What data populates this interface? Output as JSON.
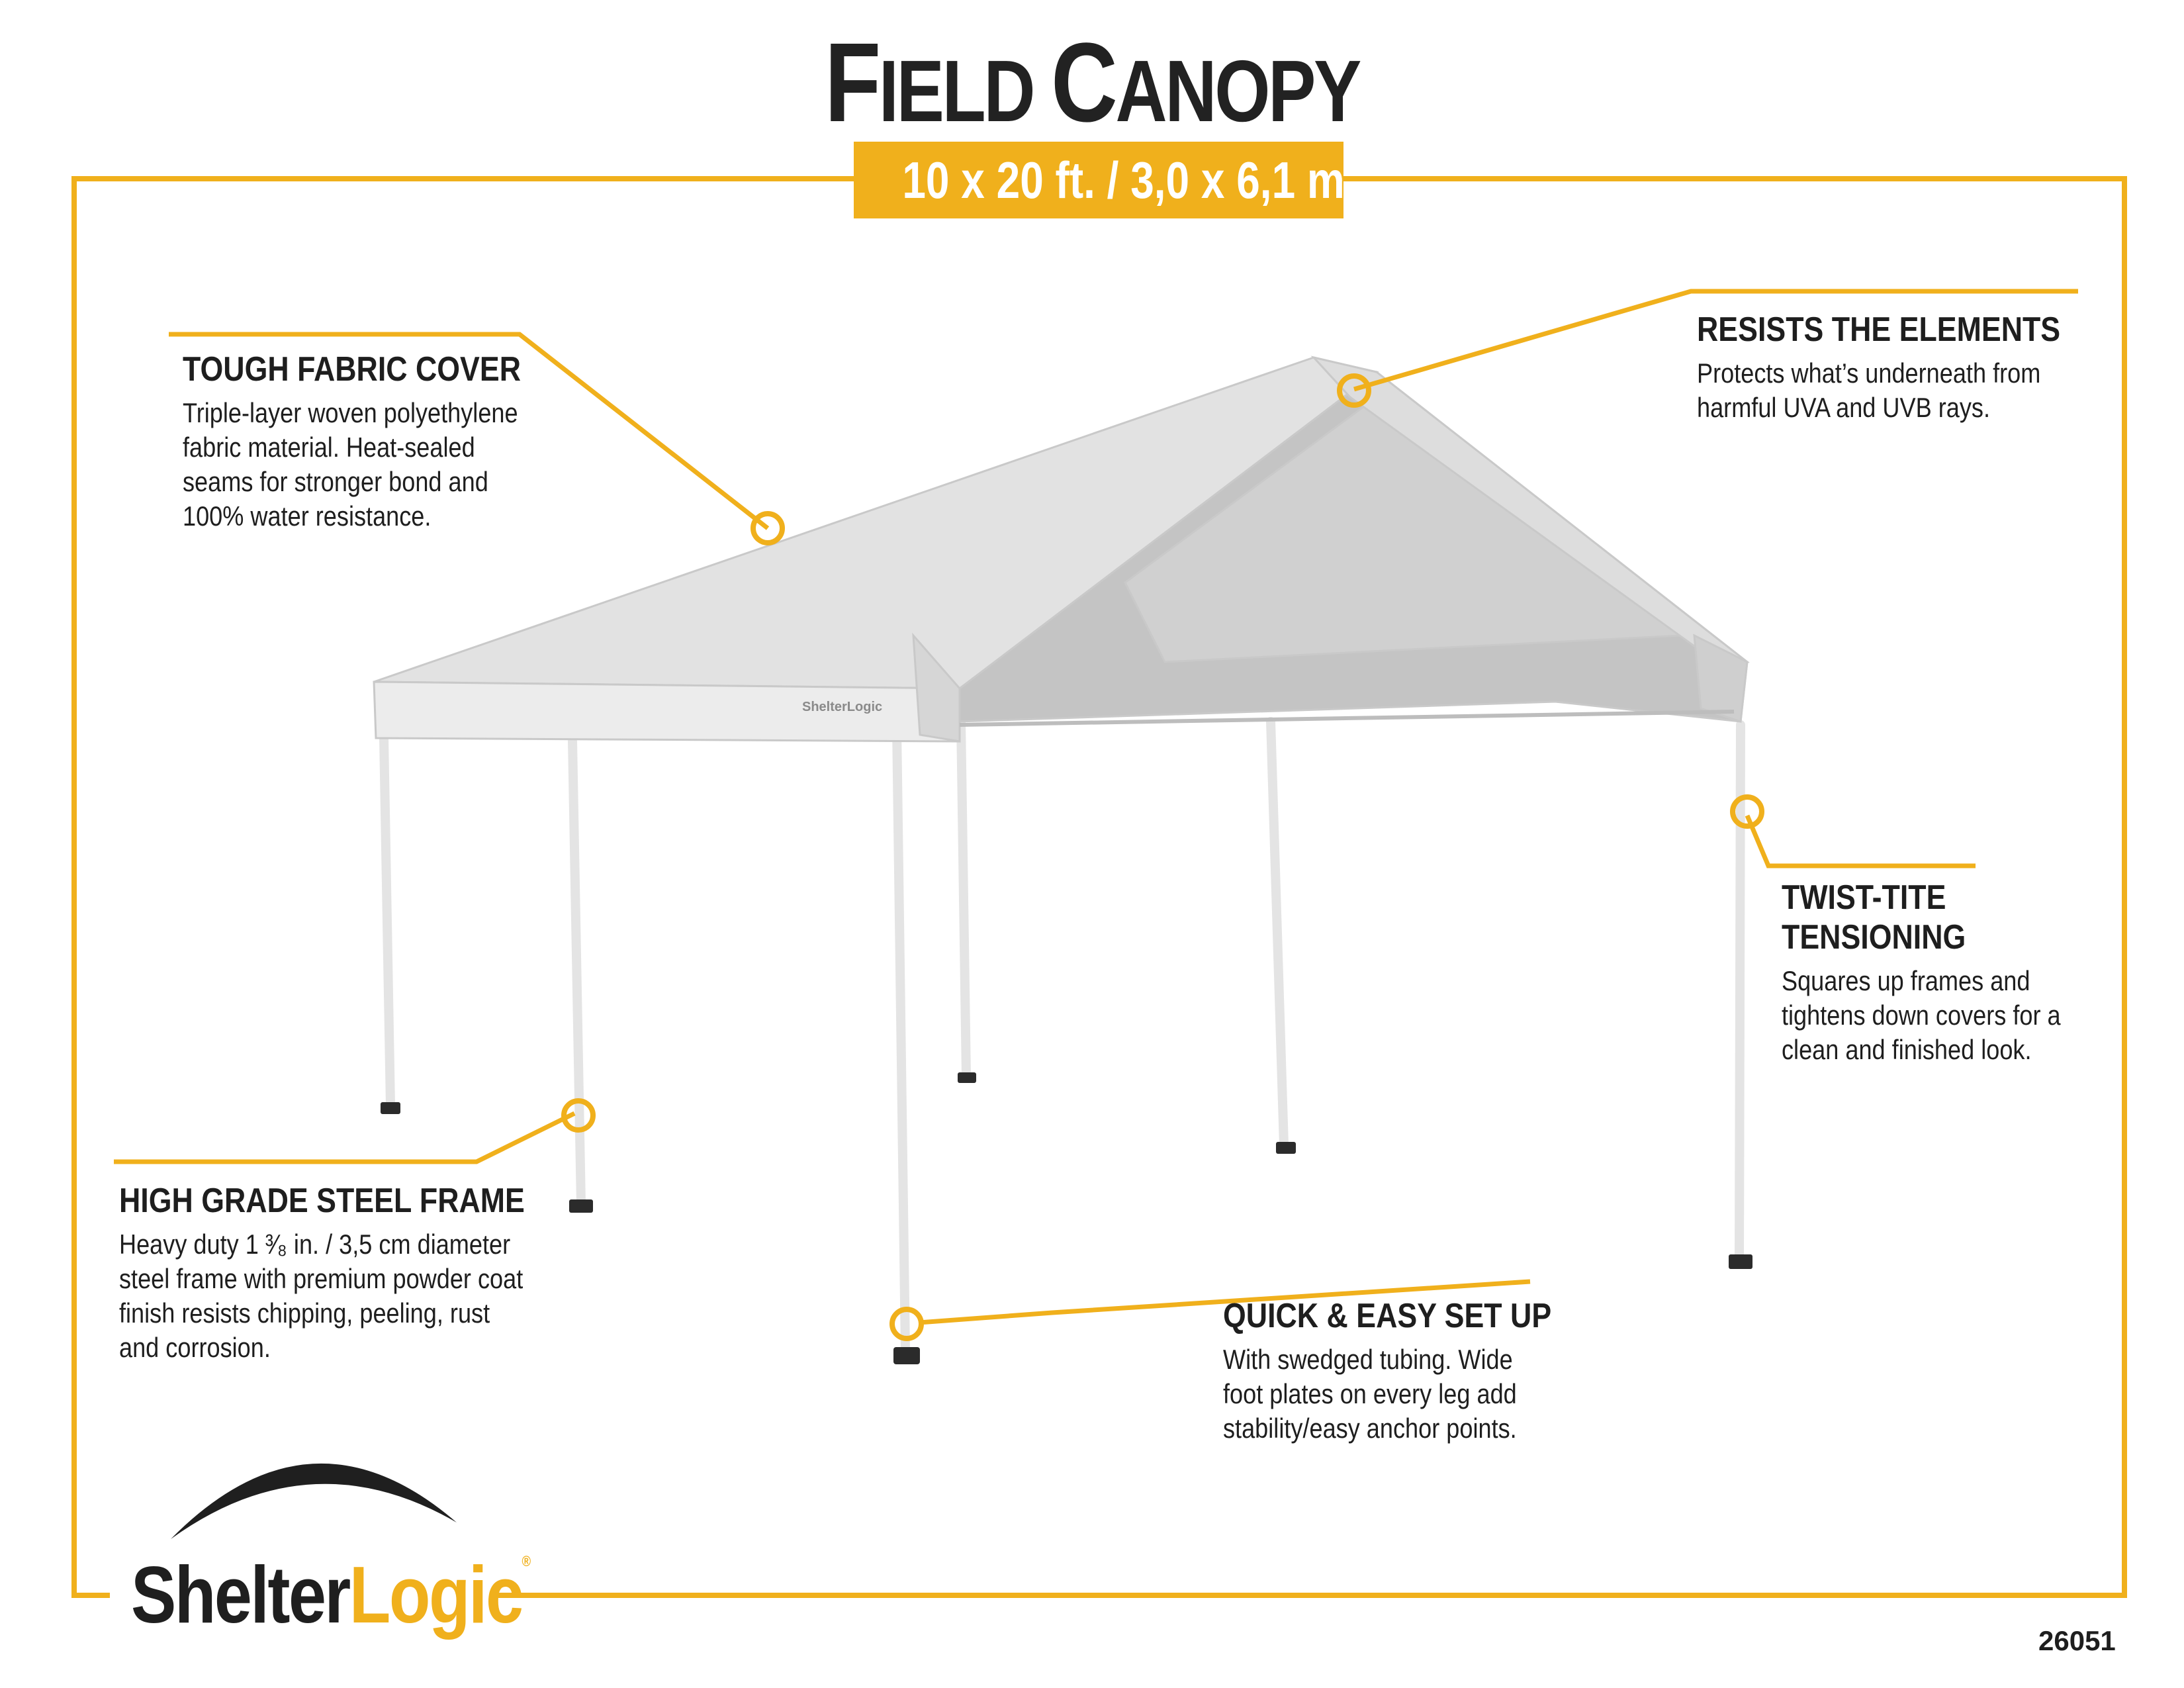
{
  "header": {
    "title_first_letter": "F",
    "title_rest_1": "IELD ",
    "title_second_letter": "C",
    "title_rest_2": "ANOPY",
    "size_badge": "10 x 20 ft. / 3,0 x 6,1 m"
  },
  "callouts": {
    "fabric": {
      "heading": "TOUGH FABRIC COVER",
      "lines": [
        "Triple-layer woven polyethylene",
        "fabric material. Heat-sealed",
        "seams for stronger bond and",
        "100% water resistance."
      ]
    },
    "elements": {
      "heading": "RESISTS THE ELEMENTS",
      "lines": [
        "Protects what’s underneath from",
        "harmful UVA and UVB rays."
      ]
    },
    "tension": {
      "heading": "TWIST-TITE TENSIONING",
      "lines": [
        "Squares up frames and",
        "tightens down covers for a",
        "clean and finished look."
      ]
    },
    "frame": {
      "heading": "HIGH GRADE STEEL FRAME",
      "lines": [
        "Heavy duty 1 ³⁄₈ in. / 3,5 cm diameter",
        "steel frame with premium powder coat",
        "finish resists chipping, peeling, rust",
        "and corrosion."
      ]
    },
    "setup": {
      "heading": "QUICK & EASY SET UP",
      "lines": [
        "With swedged tubing. Wide",
        "foot plates on every leg add",
        "stability/easy anchor points."
      ]
    }
  },
  "product_label": "ShelterLogic",
  "brand": {
    "part1": "Shelter",
    "part2": "Logic",
    "mark": "®"
  },
  "part_number": "26051",
  "colors": {
    "accent": "#f0b01c",
    "text": "#1e1e1e",
    "canopy": "#d9d9d9",
    "frame": "#ececec"
  }
}
